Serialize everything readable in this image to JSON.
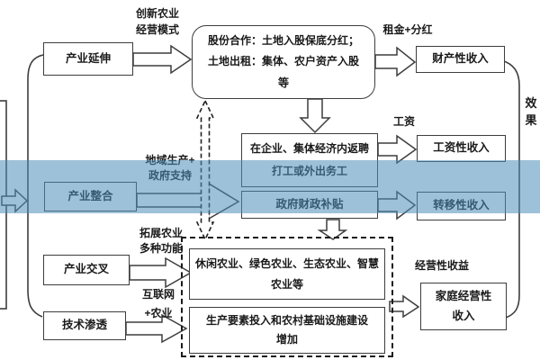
{
  "colors": {
    "band_blue": "rgba(77,142,186,0.55)",
    "band_blue_effective": "#9dc1d9",
    "box_border": "#3d3d3d"
  },
  "modes": {
    "extension": "产业延伸",
    "integration": "产业整合",
    "crossing": "产业交叉",
    "penetration": "技术渗透"
  },
  "labels": {
    "innovate_line1": "创新农业",
    "innovate_line2": "经营模式",
    "rent": "租金+分红",
    "wage": "工资",
    "region_line1": "地域生产+",
    "region_line2": "政府支持",
    "expand_line1": "拓展农业",
    "expand_line2": "多种功能",
    "internet_line1": "互联网",
    "internet_line2": "+农业",
    "operating": "经营性收益",
    "effect": "效果"
  },
  "process": {
    "share_line1": "股份合作：土地入股保底分红；",
    "share_line2": "土地出租：集体、农户资产入股",
    "share_line3": "等",
    "employment_line1": "在企业、集体经济内返聘",
    "employment_line2": "打工或外出务工",
    "subsidy": "政府财政补贴",
    "leisure": "休闲农业、绿色农业、生态农业、智慧农业等",
    "production_line1": "生产要素投入和农村基础设施建设",
    "production_line2": "增加"
  },
  "incomes": {
    "property": "财产性收入",
    "wage": "工资性收入",
    "transfer": "转移性收入",
    "family_line1": "家庭经营性",
    "family_line2": "收入"
  }
}
